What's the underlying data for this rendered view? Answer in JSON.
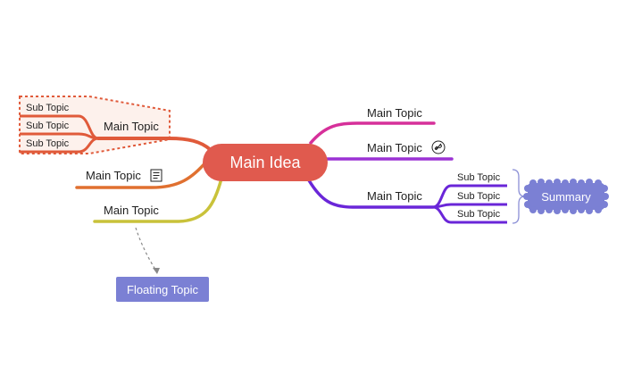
{
  "central": {
    "label": "Main Idea"
  },
  "right_branches": [
    {
      "label": "Main Topic",
      "color": "#d6309a"
    },
    {
      "label": "Main Topic",
      "color": "#9b32d4",
      "icon": "link-icon"
    },
    {
      "label": "Main Topic",
      "color": "#6a26d8",
      "subtopics": [
        "Sub Topic",
        "Sub Topic",
        "Sub Topic"
      ]
    }
  ],
  "summary": {
    "label": "Summary",
    "color": "#7b80d4"
  },
  "left_branches": [
    {
      "label": "Main Topic",
      "color": "#e05a3a",
      "subtopics": [
        "Sub Topic",
        "Sub Topic",
        "Sub Topic"
      ]
    },
    {
      "label": "Main Topic",
      "color": "#e07030",
      "icon": "note-icon"
    },
    {
      "label": "Main Topic",
      "color": "#c9c23a"
    }
  ],
  "floating": {
    "label": "Floating Topic",
    "color": "#7b80d4"
  }
}
